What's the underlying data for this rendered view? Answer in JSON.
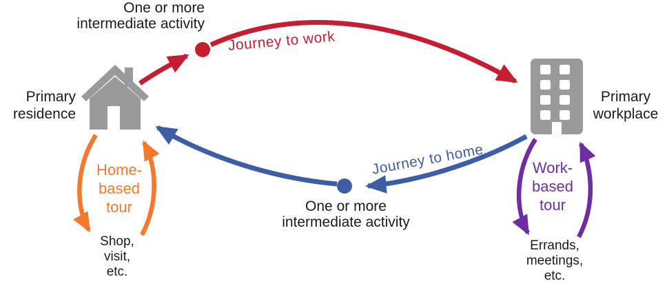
{
  "diagram": {
    "residence": {
      "label": "Primary\nresidence",
      "icon": "house-icon"
    },
    "workplace": {
      "label": "Primary\nworkplace",
      "icon": "office-building-icon"
    },
    "journey_to_work": {
      "label": "Journey to work",
      "stop_label": "One or more\nintermediate activity"
    },
    "journey_to_home": {
      "label": "Journey to home",
      "stop_label": "One or more\nintermediate activity"
    },
    "home_tour": {
      "label": "Home-\nbased\ntour",
      "examples": "Shop,\nvisit,\netc."
    },
    "work_tour": {
      "label": "Work-\nbased\ntour",
      "examples": "Errands,\nmeetings,\netc."
    },
    "colors": {
      "journey_to_work": "#C41E30",
      "journey_to_home": "#3D5DA7",
      "home_tour": "#F5782D",
      "work_tour": "#6E2DA0",
      "icon_gray": "#9A9A9A",
      "text": "#1A1A1A"
    }
  }
}
